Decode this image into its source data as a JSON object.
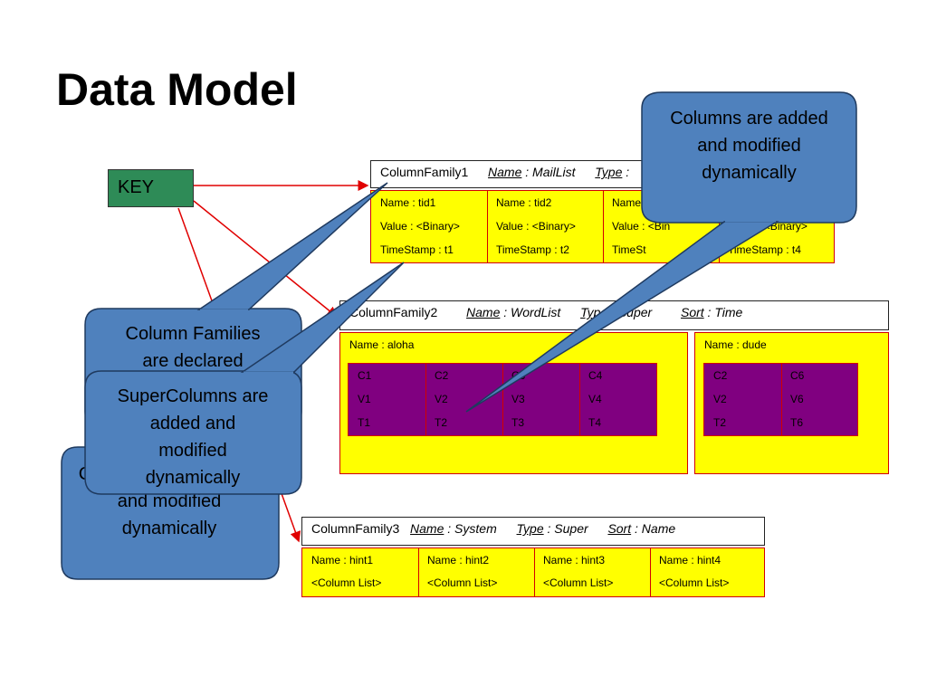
{
  "slide": {
    "title": "Data Model"
  },
  "key": {
    "label": "KEY"
  },
  "cf1": {
    "name": "ColumnFamily1",
    "name_label": "Name",
    "name_value": " : MailList",
    "type_label": "Type",
    "type_value": " : ",
    "columns": [
      {
        "name": "Name : tid1",
        "value": "Value : <Binary>",
        "ts": "TimeStamp : t1"
      },
      {
        "name": "Name : tid2",
        "value": "Value : <Binary>",
        "ts": "TimeStamp : t2"
      },
      {
        "name": "Name",
        "value": "Value : <Bin",
        "ts": "TimeSt"
      },
      {
        "name": "",
        "value": "Value : <Binary>",
        "ts": "TimeStamp : t4"
      }
    ]
  },
  "cf2": {
    "name": "ColumnFamily2",
    "name_label": "Name",
    "name_value": " : WordList",
    "type_label": "Type",
    "type_value": " : Super",
    "sort_label": "Sort",
    "sort_value": " : Time",
    "supercolumns": [
      {
        "name": "Name : aloha",
        "cols": [
          [
            "C1",
            "V1",
            "T1"
          ],
          [
            "C2",
            "V2",
            "T2"
          ],
          [
            "C3",
            "V3",
            "T3"
          ],
          [
            "C4",
            "V4",
            "T4"
          ]
        ]
      },
      {
        "name": "Name : dude",
        "cols": [
          [
            "C2",
            "V2",
            "T2"
          ],
          [
            "C6",
            "V6",
            "T6"
          ]
        ]
      }
    ]
  },
  "cf3": {
    "name": "ColumnFamily3",
    "name_label": "Name",
    "name_value": " : System",
    "type_label": "Type",
    "type_value": " : Super",
    "sort_label": "Sort",
    "sort_value": " : Name",
    "columns": [
      {
        "name": "Name : hint1",
        "list": "<Column List>"
      },
      {
        "name": "Name : hint2",
        "list": "<Column List>"
      },
      {
        "name": "Name : hint3",
        "list": "<Column List>"
      },
      {
        "name": "Name : hint4",
        "list": "<Column List>"
      }
    ]
  },
  "callouts": {
    "columns": [
      "Columns are added",
      "and modified",
      "dynamically"
    ],
    "families": [
      "Column Families",
      "are declared"
    ],
    "supercolumns": [
      "SuperColumns are",
      "added and",
      "modified",
      "dynamically"
    ],
    "back": [
      "C",
      "and modified",
      "dynamically"
    ]
  },
  "colors": {
    "key_fill": "#2e8b57",
    "cell_fill": "#ffff00",
    "super_fill": "#800080",
    "callout_fill": "#4f81bd",
    "connector": "#e00000"
  }
}
